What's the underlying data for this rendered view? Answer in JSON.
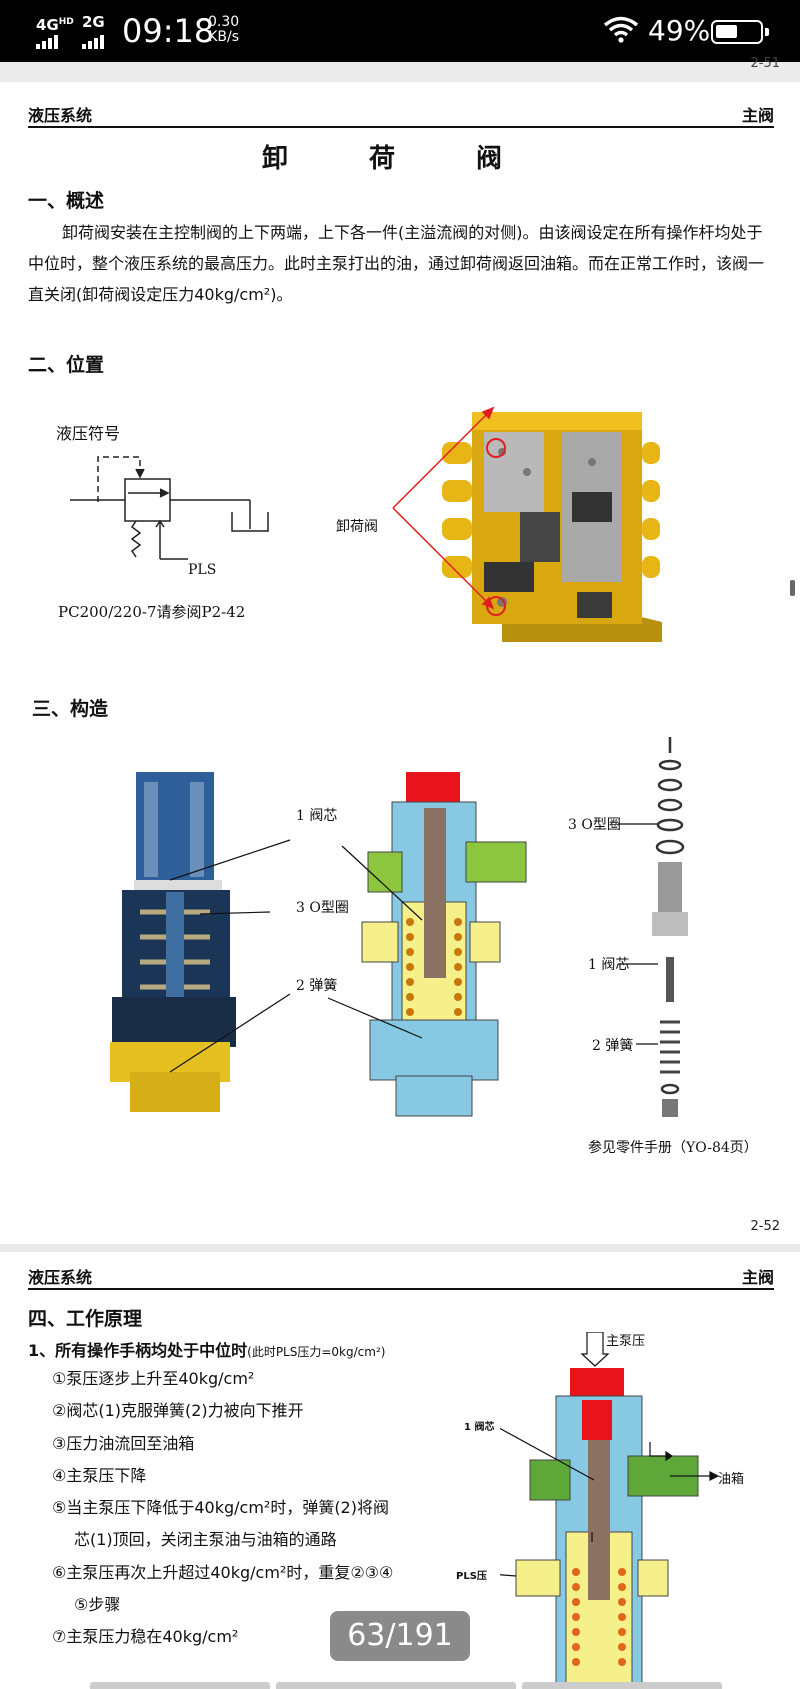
{
  "status_bar": {
    "network": "4G",
    "network_sup": "HD",
    "network2": "2G",
    "time": "09:18",
    "speed_value": "0.30",
    "speed_unit": "KB/s",
    "battery": "49%"
  },
  "page1": {
    "top_page_number": "2-51",
    "header_left": "液压系统",
    "header_right": "主阀",
    "title": "卸 荷 阀",
    "section1_heading": "一、概述",
    "overview_text": "卸荷阀安装在主控制阀的上下两端，上下各一件(主溢流阀的对侧)。由该阀设定在所有操作杆均处于中位时，整个液压系统的最高压力。此时主泵打出的油，通过卸荷阀返回油箱。而在正常工作时，该阀一直关闭(卸荷阀设定压力40kg/cm²)。",
    "section2_heading": "二、位置",
    "hydraulic_symbol_label": "液压符号",
    "pls_label": "PLS",
    "reference_text": "PC200/220-7请参阅P2-42",
    "unload_valve_label": "卸荷阀",
    "section3_heading": "三、构造",
    "label_spool": "1 阀芯",
    "label_oring": "3 O型圈",
    "label_spring": "2 弹簧",
    "parts_oring": "3 O型圈",
    "parts_spool": "1 阀芯",
    "parts_spring": "2 弹簧",
    "parts_manual_ref": "参见零件手册（YO-84页）",
    "bottom_page_number": "2-52"
  },
  "page2": {
    "header_left": "液压系统",
    "header_right": "主阀",
    "section4_heading": "四、工作原理",
    "subheading": "1、所有操作手柄均处于中位时",
    "subheading_note": "(此时PLS压力=0kg/cm²)",
    "steps": [
      "①泵压逐步上升至40kg/cm²",
      "②阀芯(1)克服弹簧(2)力被向下推开",
      "③压力油流回至油箱",
      "④主泵压下降",
      "⑤当主泵压下降低于40kg/cm²时，弹簧(2)将阀",
      "芯(1)顶回，关闭主泵油与油箱的通路",
      "⑥主泵压再次上升超过40kg/cm²时，重复②③④",
      "⑤步骤",
      "⑦主泵压力稳在40kg/cm²"
    ],
    "diagram_main_pump": "主泵压",
    "diagram_spool": "1 阀芯",
    "diagram_tank": "油箱",
    "diagram_pls": "PLS压"
  },
  "viewer": {
    "page_indicator": "63/191"
  },
  "colors": {
    "valve_blue": "#87c9e3",
    "valve_red": "#e8141c",
    "valve_green": "#8cc63f",
    "valve_yellow": "#f5f08a",
    "spool_brown": "#8a7161"
  }
}
